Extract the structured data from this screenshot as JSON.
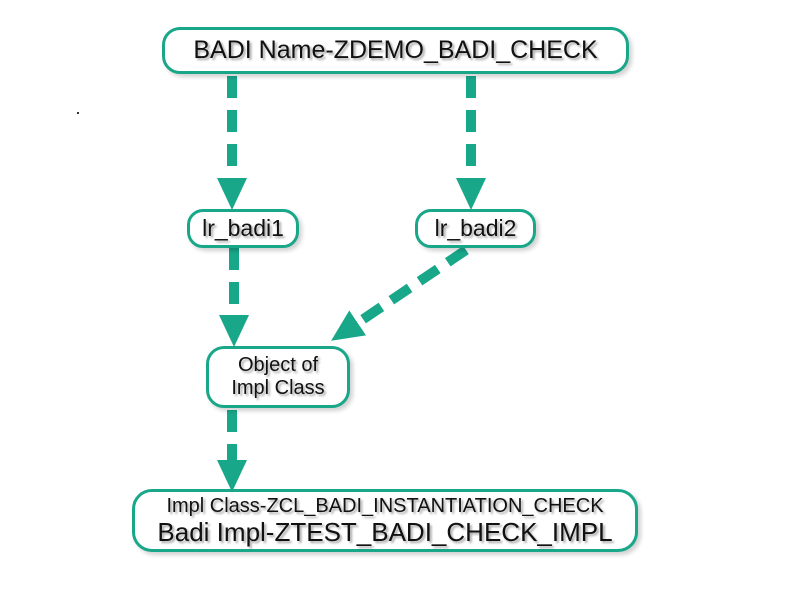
{
  "colors": {
    "accent": "#19a78a",
    "text": "#111111",
    "background": "#ffffff"
  },
  "nodes": {
    "badi": {
      "label": "BADI Name-ZDEMO_BADI_CHECK"
    },
    "lr_badi1": {
      "label": "lr_badi1"
    },
    "lr_badi2": {
      "label": "lr_badi2"
    },
    "object": {
      "line1": "Object of",
      "line2": "Impl Class"
    },
    "impl": {
      "line1": "Impl Class-ZCL_BADI_INSTANTIATION_CHECK",
      "line2": "Badi Impl-ZTEST_BADI_CHECK_IMPL"
    }
  },
  "edges": [
    {
      "from": "badi",
      "to": "lr_badi1",
      "style": "dashed"
    },
    {
      "from": "badi",
      "to": "lr_badi2",
      "style": "dashed"
    },
    {
      "from": "lr_badi1",
      "to": "object",
      "style": "dashed"
    },
    {
      "from": "lr_badi2",
      "to": "object",
      "style": "dashed"
    },
    {
      "from": "object",
      "to": "impl",
      "style": "dashed"
    }
  ]
}
